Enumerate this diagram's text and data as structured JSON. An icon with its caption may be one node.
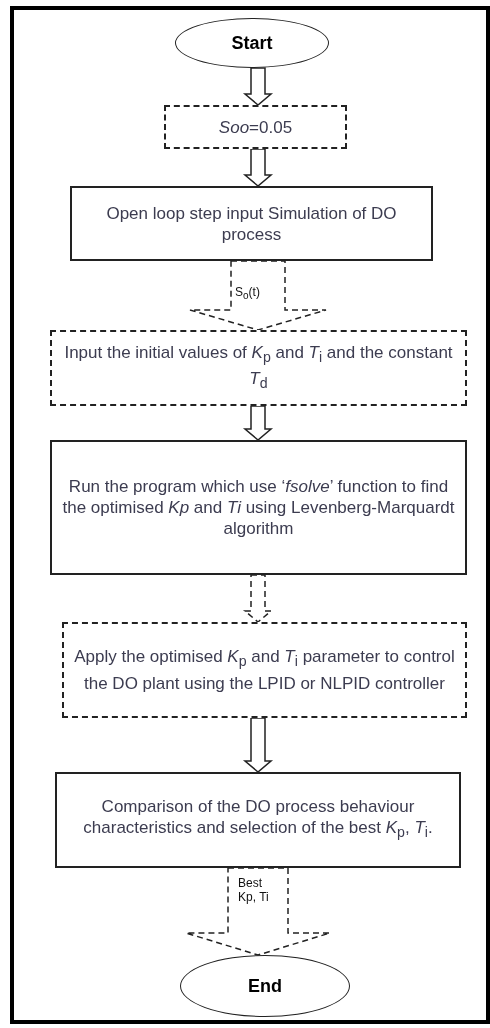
{
  "diagram": {
    "nodes": [
      {
        "text": [
          "Start"
        ]
      },
      {
        "text": [
          "*Soo*=0.05"
        ]
      },
      {
        "text": [
          "Open loop step input Simulation of DO process"
        ]
      },
      {
        "text": [
          "Input the initial values of *K*$_{p}$ and *T*$_{i}$ and the constant *T*$_{d}$"
        ]
      },
      {
        "text": [
          "Run the program which use ‘*fsolve*’ function to find the optimised *Kp* and *Ti* using Levenberg-Marquardt algorithm"
        ]
      },
      {
        "text": [
          "Apply the optimised *K*$_{p}$ and *T*$_{i}$ parameter to control the DO plant using the LPID or NLPID controller"
        ]
      },
      {
        "text": [
          "Comparison of the DO process behaviour characteristics and selection of the best *K*$_{p}$, *T*$_{i}$."
        ]
      },
      {
        "text": [
          "End"
        ]
      }
    ],
    "edges": [
      {
        "from": 0,
        "to": 1,
        "arrow": "to"
      },
      {
        "from": 1,
        "to": 2,
        "arrow": "to"
      },
      {
        "from": 2,
        "to": 3,
        "arrow": "to",
        "label": "S$_{o}$(t)",
        "style": "dashed"
      },
      {
        "from": 3,
        "to": 4,
        "arrow": "to"
      },
      {
        "from": 4,
        "to": 5,
        "arrow": "to",
        "style": "dashed"
      },
      {
        "from": 5,
        "to": 6,
        "arrow": "to"
      },
      {
        "from": 6,
        "to": 7,
        "arrow": "to",
        "label": "Best Kp, Ti",
        "style": "dashed"
      }
    ]
  }
}
